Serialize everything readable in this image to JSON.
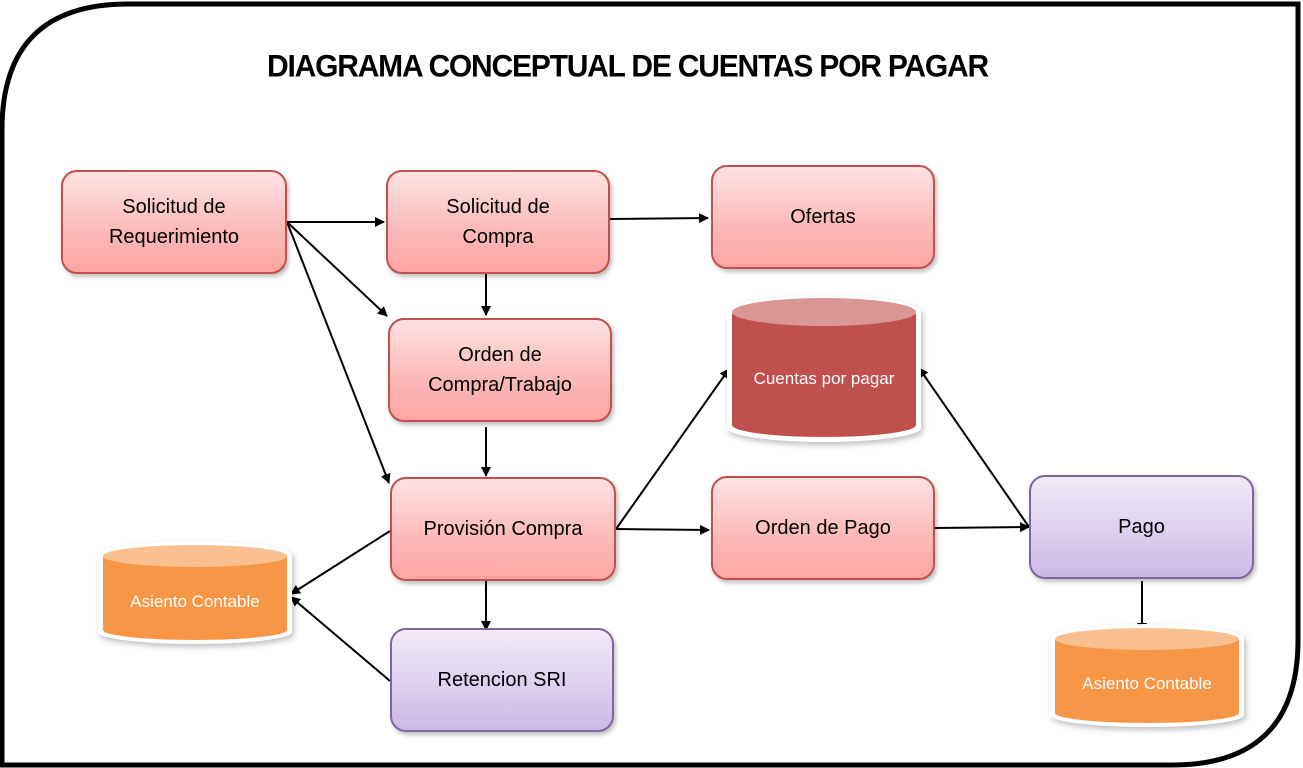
{
  "title": "DIAGRAMA CONCEPTUAL DE CUENTAS POR PAGAR",
  "nodes": {
    "solicitud_requerimiento": {
      "line1": "Solicitud de",
      "line2": "Requerimiento",
      "shape": "process",
      "color": "#c0504d"
    },
    "solicitud_compra": {
      "line1": "Solicitud de",
      "line2": "Compra",
      "shape": "process",
      "color": "#c0504d"
    },
    "ofertas": {
      "label": "Ofertas",
      "shape": "process",
      "color": "#c0504d"
    },
    "orden_compra": {
      "line1": "Orden de",
      "line2": "Compra/Trabajo",
      "shape": "process",
      "color": "#c0504d"
    },
    "provision_compra": {
      "label": "Provisión Compra",
      "shape": "process",
      "color": "#c0504d"
    },
    "retencion_sri": {
      "label": "Retencion SRI",
      "shape": "process",
      "color": "#8064a2"
    },
    "orden_pago": {
      "label": "Orden de Pago",
      "shape": "process",
      "color": "#c0504d"
    },
    "pago": {
      "label": "Pago",
      "shape": "process",
      "color": "#8064a2"
    },
    "cuentas_por_pagar": {
      "label": "Cuentas por pagar",
      "shape": "database",
      "color": "#c0504d"
    },
    "asiento_contable_1": {
      "label": "Asiento Contable",
      "shape": "database",
      "color": "#f79646"
    },
    "asiento_contable_2": {
      "label": "Asiento Contable",
      "shape": "database",
      "color": "#f79646"
    }
  },
  "edges": [
    {
      "from": "solicitud_requerimiento",
      "to": "solicitud_compra"
    },
    {
      "from": "solicitud_requerimiento",
      "to": "orden_compra"
    },
    {
      "from": "solicitud_requerimiento",
      "to": "provision_compra"
    },
    {
      "from": "solicitud_compra",
      "to": "ofertas"
    },
    {
      "from": "solicitud_compra",
      "to": "orden_compra"
    },
    {
      "from": "orden_compra",
      "to": "provision_compra"
    },
    {
      "from": "provision_compra",
      "to": "cuentas_por_pagar"
    },
    {
      "from": "provision_compra",
      "to": "orden_pago"
    },
    {
      "from": "provision_compra",
      "to": "asiento_contable_1"
    },
    {
      "from": "provision_compra",
      "to": "retencion_sri"
    },
    {
      "from": "retencion_sri",
      "to": "asiento_contable_1"
    },
    {
      "from": "orden_pago",
      "to": "pago"
    },
    {
      "from": "pago",
      "to": "cuentas_por_pagar"
    },
    {
      "from": "pago",
      "to": "asiento_contable_2"
    }
  ]
}
